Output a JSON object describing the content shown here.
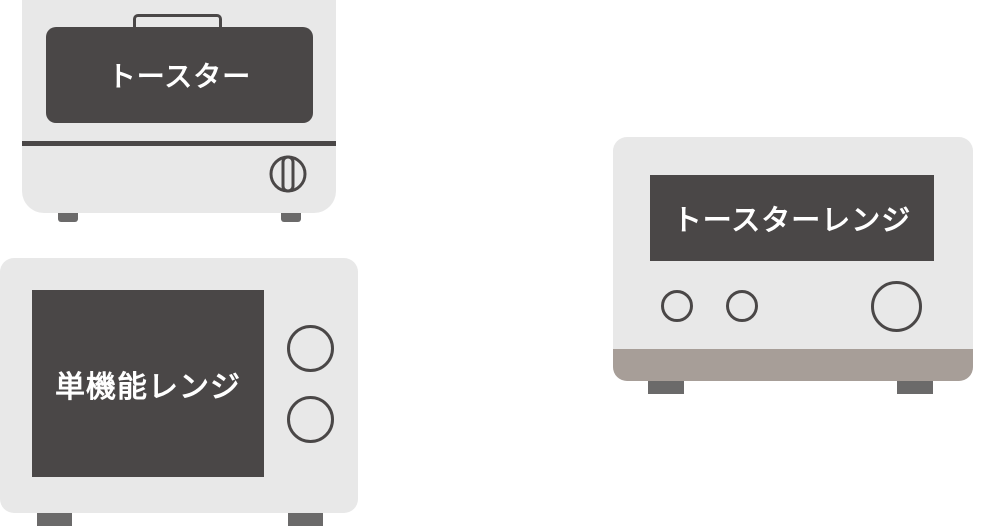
{
  "toaster": {
    "label": "トースター"
  },
  "microwave": {
    "label": "単機能レンジ"
  },
  "toaster_oven": {
    "label": "トースターレンジ"
  },
  "colors": {
    "body": "#e8e8e8",
    "panel": "#4a4747",
    "feet": "#6b6a6a",
    "base_strip": "#a79e98"
  }
}
